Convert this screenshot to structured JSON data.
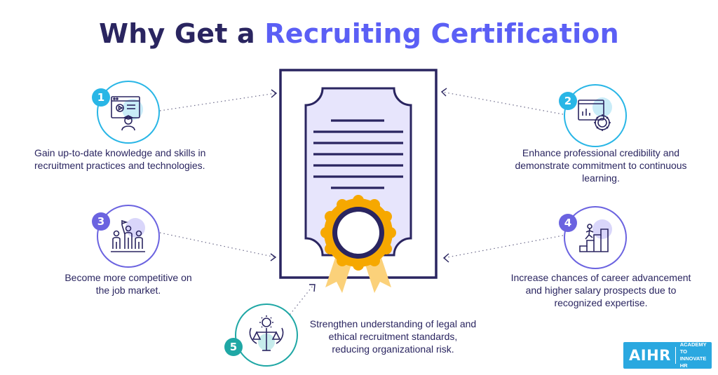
{
  "title": {
    "part1": "Why Get a",
    "part2": "Recruiting Certification"
  },
  "colors": {
    "navy": "#2a2560",
    "accent": "#5b5ff5",
    "cyan": "#29b6e6",
    "teal": "#1fa7a5",
    "violet": "#6b63e0",
    "gold": "#f6a800",
    "ribbon": "#fbd17a",
    "certificate_fill": "#e7e5fc"
  },
  "benefits": [
    {
      "number": "1",
      "icon": "online-learning-icon",
      "line1": "Gain up-to-date knowledge and skills in",
      "line2": "recruitment practices and technologies."
    },
    {
      "number": "2",
      "icon": "analytics-gear-icon",
      "line1": "Enhance professional credibility and",
      "line2": "demonstrate commitment to continuous",
      "line3": "learning."
    },
    {
      "number": "3",
      "icon": "competition-icon",
      "line1": "Become more competitive on",
      "line2": "the job market."
    },
    {
      "number": "4",
      "icon": "career-stairs-icon",
      "line1": "Increase chances of career advancement",
      "line2": "and higher salary prospects due to",
      "line3": "recognized expertise."
    },
    {
      "number": "5",
      "icon": "justice-scales-icon",
      "line1": "Strengthen understanding of legal and",
      "line2": "ethical recruitment standards,",
      "line3": "reducing organizational risk."
    }
  ],
  "logo": {
    "main": "AIHR",
    "tag1": "ACADEMY TO",
    "tag2": "INNOVATE HR"
  }
}
